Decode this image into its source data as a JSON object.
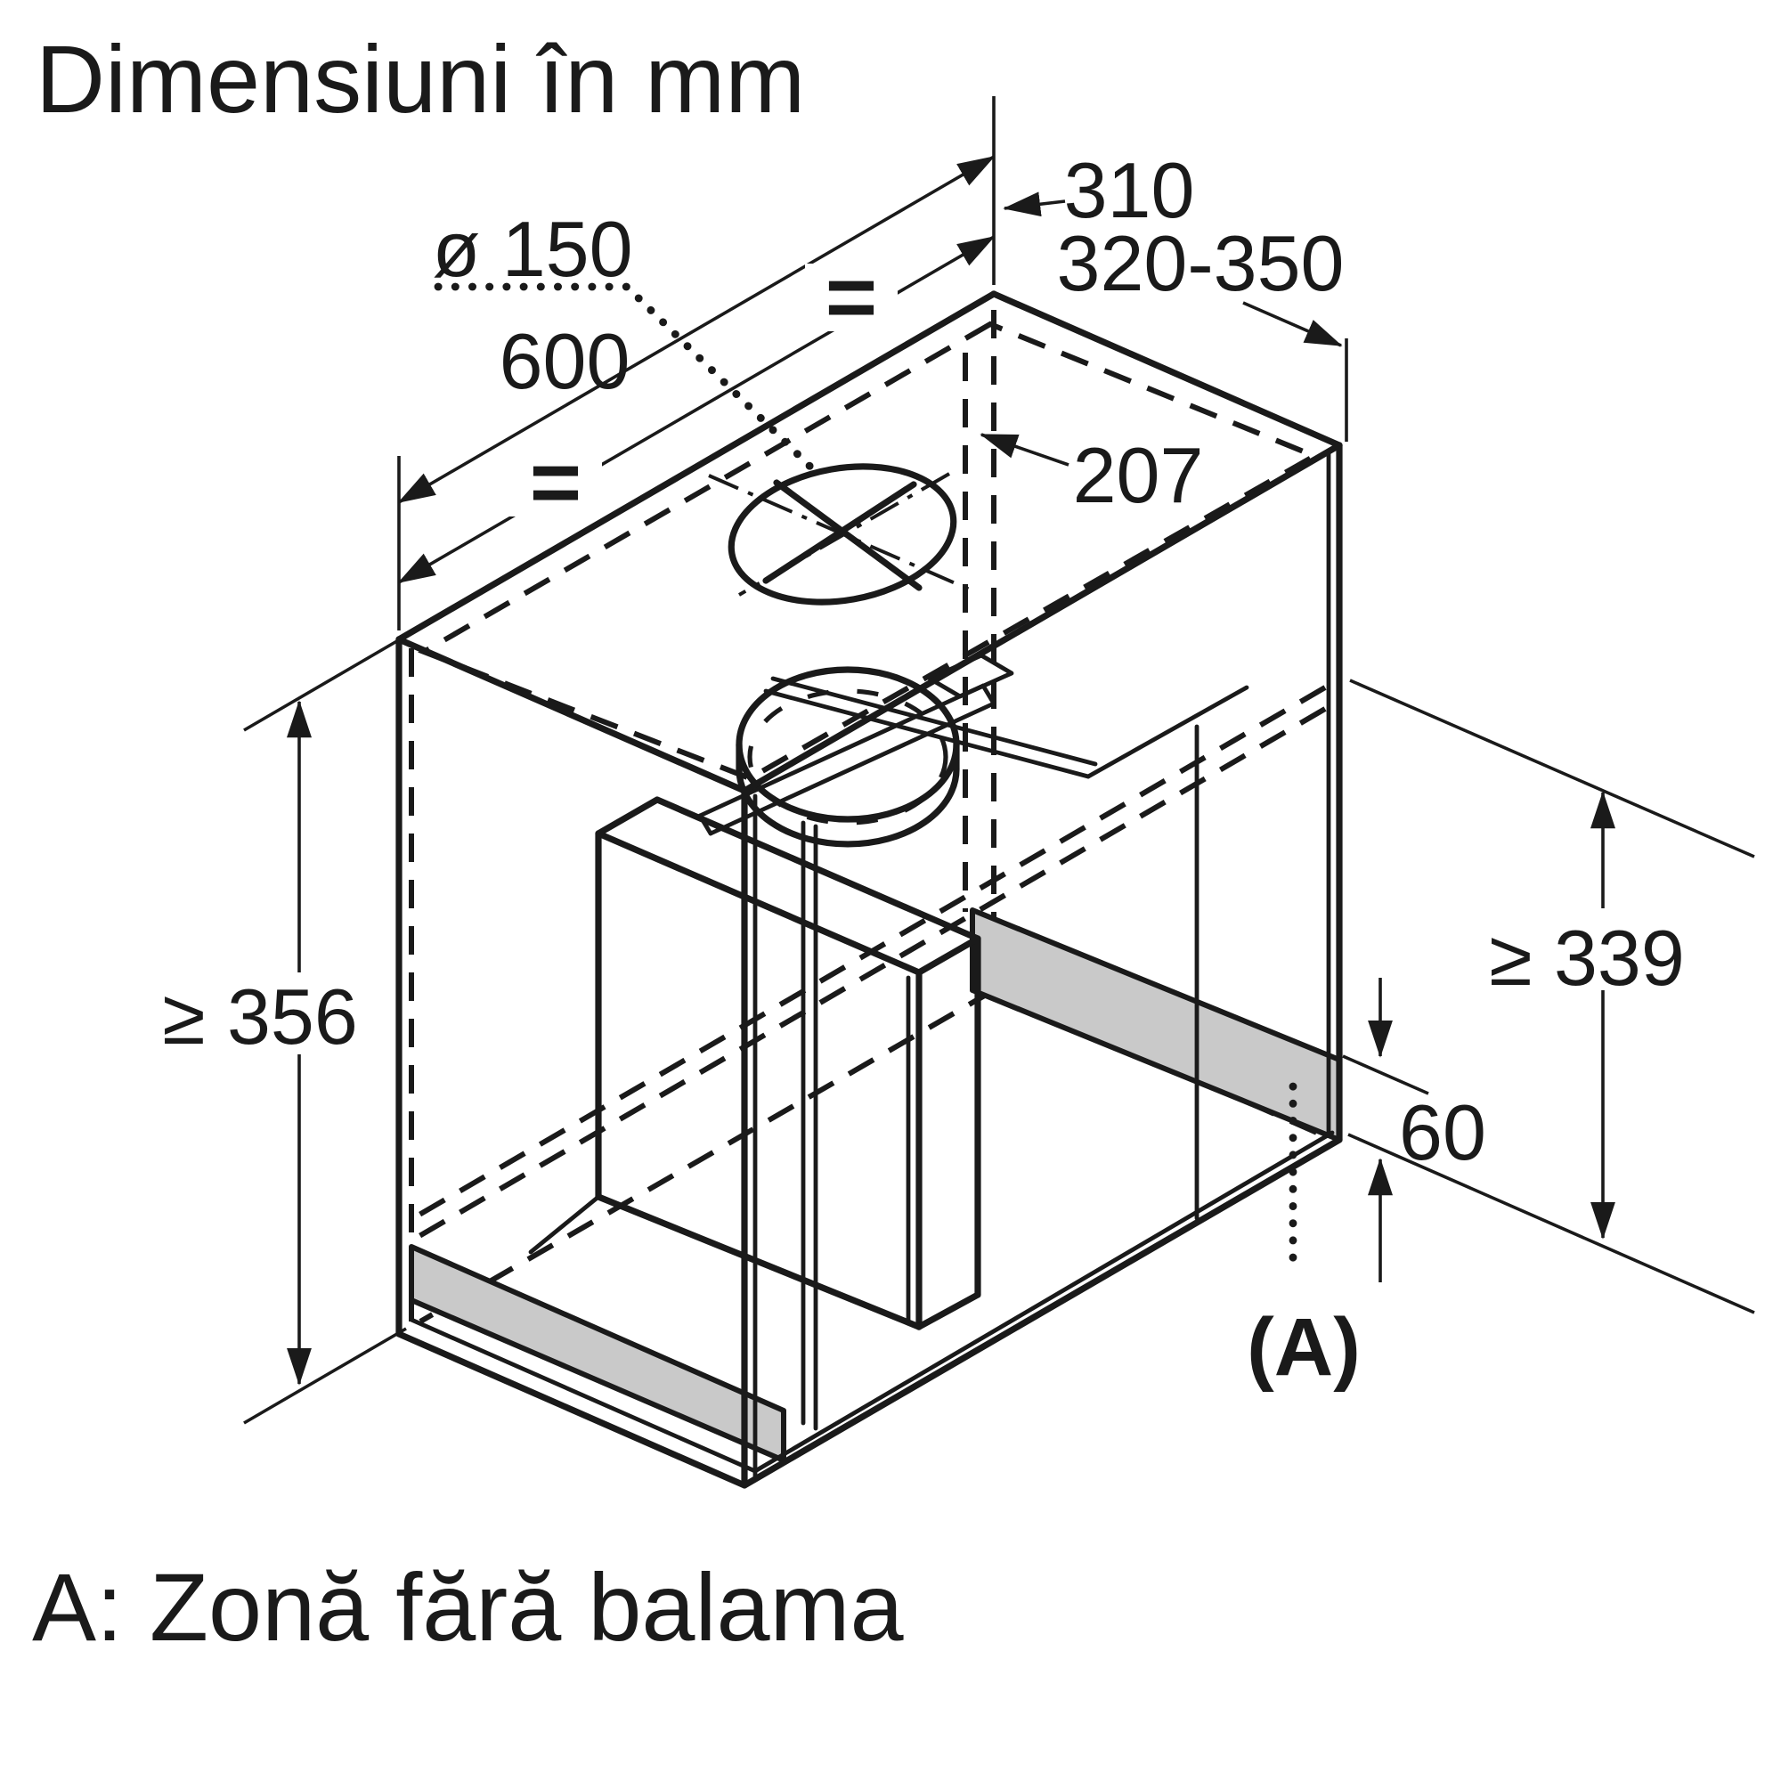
{
  "page": {
    "title": "Dimensiuni în mm",
    "caption": "A: Zonă fără balama"
  },
  "diagram": {
    "dimensions": {
      "duct_diameter": "ø 150",
      "cabinet_width": "600",
      "top_depth": "310",
      "depth_range": "320-350",
      "duct_offset": "207",
      "min_height_left": "≥ 356",
      "min_height_right": "≥ 339",
      "strip_height": "60",
      "zone_label": "(A)",
      "equals_mark": "="
    },
    "colors": {
      "line": "#1a1a1a",
      "highlight": "#c9c9c9",
      "background": "#ffffff"
    }
  }
}
